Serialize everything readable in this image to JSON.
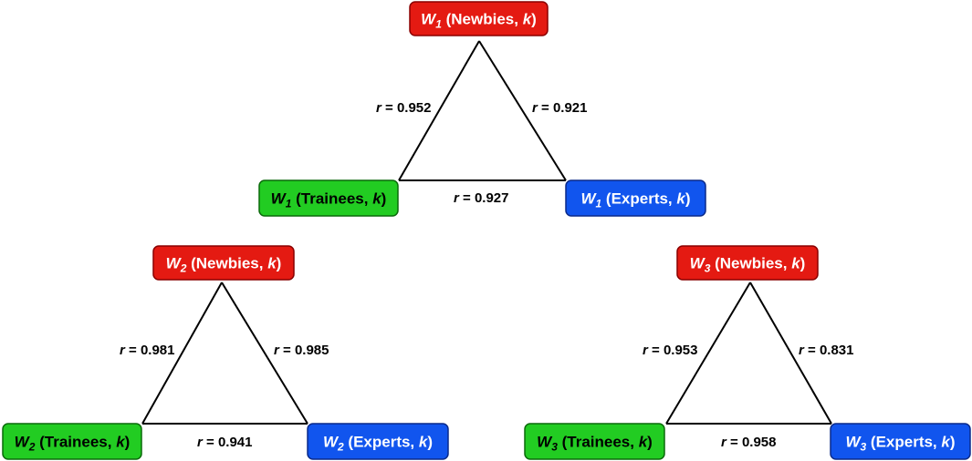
{
  "colors": {
    "newbies_fill": "#e41a12",
    "newbies_stroke": "#8a0000",
    "trainees_fill": "#22cc22",
    "trainees_stroke": "#0a6a0a",
    "experts_fill": "#1155ee",
    "experts_stroke": "#0a2a8a",
    "edge": "#000000"
  },
  "triangles": [
    {
      "var": "W",
      "index": "1",
      "nodes": {
        "newbies": {
          "group": "Newbies",
          "param": "k"
        },
        "trainees": {
          "group": "Trainees",
          "param": "k"
        },
        "experts": {
          "group": "Experts",
          "param": "k"
        }
      },
      "r_prefix": "r",
      "r_newbies_trainees": "= 0.952",
      "r_newbies_experts": "= 0.921",
      "r_trainees_experts": "= 0.927"
    },
    {
      "var": "W",
      "index": "2",
      "nodes": {
        "newbies": {
          "group": "Newbies",
          "param": "k"
        },
        "trainees": {
          "group": "Trainees",
          "param": "k"
        },
        "experts": {
          "group": "Experts",
          "param": "k"
        }
      },
      "r_prefix": "r",
      "r_newbies_trainees": "= 0.981",
      "r_newbies_experts": "= 0.985",
      "r_trainees_experts": "= 0.941"
    },
    {
      "var": "W",
      "index": "3",
      "nodes": {
        "newbies": {
          "group": "Newbies",
          "param": "k"
        },
        "trainees": {
          "group": "Trainees",
          "param": "k"
        },
        "experts": {
          "group": "Experts",
          "param": "k"
        }
      },
      "r_prefix": "r",
      "r_newbies_trainees": "= 0.953",
      "r_newbies_experts": "= 0.831",
      "r_trainees_experts": "= 0.958"
    }
  ]
}
